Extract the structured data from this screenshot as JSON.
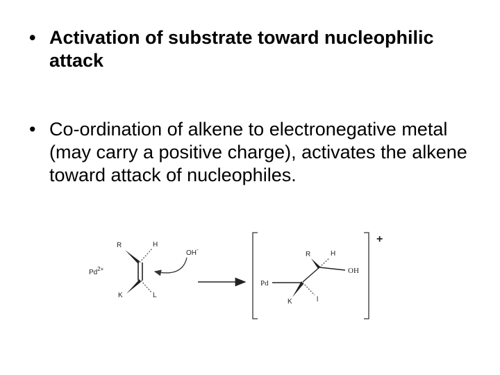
{
  "bullets": [
    {
      "marker": "•",
      "text": "Activation of substrate toward nucleophilic attack"
    },
    {
      "marker": "•",
      "text": "Co-ordination of alkene to electronegative metal (may carry a positive charge), activates the alkene toward attack of nucleophiles."
    }
  ],
  "scheme": {
    "reactant": {
      "R": "R",
      "H": "H",
      "metal": "Pd",
      "metal_charge": "2+",
      "K": "K",
      "L": "L",
      "nucleophile": "OH",
      "nucleophile_charge": "-"
    },
    "product": {
      "R": "R",
      "H": "H",
      "OH": "OH",
      "metal": "Pd",
      "K": "K",
      "L": "l"
    },
    "bracket_charge": "+"
  }
}
